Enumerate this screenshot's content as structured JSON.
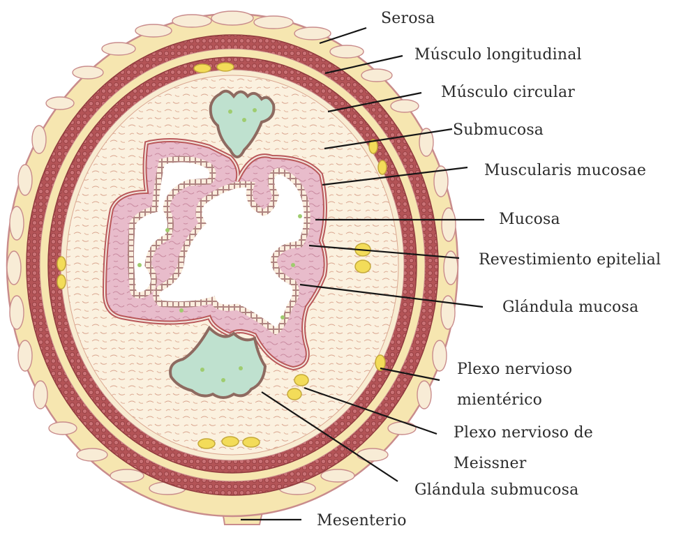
{
  "labels": {
    "serosa": "Serosa",
    "musculo_longitudinal": "Músculo longitudinal",
    "musculo_circular": "Músculo circular",
    "submucosa": "Submucosa",
    "muscularis_mucosae": "Muscularis mucosae",
    "mucosa": "Mucosa",
    "revestimiento_epitelial": "Revestimiento epitelial",
    "glandula_mucosa": "Glándula mucosa",
    "plexo_mienterico": "Plexo nervioso mientérico",
    "plexo_meissner": "Plexo nervioso de Meissner",
    "glandula_submucosa": "Glándula submucosa",
    "mesenterio": "Mesenterio"
  },
  "colors": {
    "serosa": "#f6e6b0",
    "serosa_cells": "#f7ead0",
    "muscle_longitudinal": "#b5585a",
    "muscle_circular": "#a94a4d",
    "submucosa": "#fbf1df",
    "mucosa": "#e8b9c9",
    "gland_green": "#bfe1cf",
    "nerve_plexus": "#f3dc59",
    "line": "#151515"
  }
}
